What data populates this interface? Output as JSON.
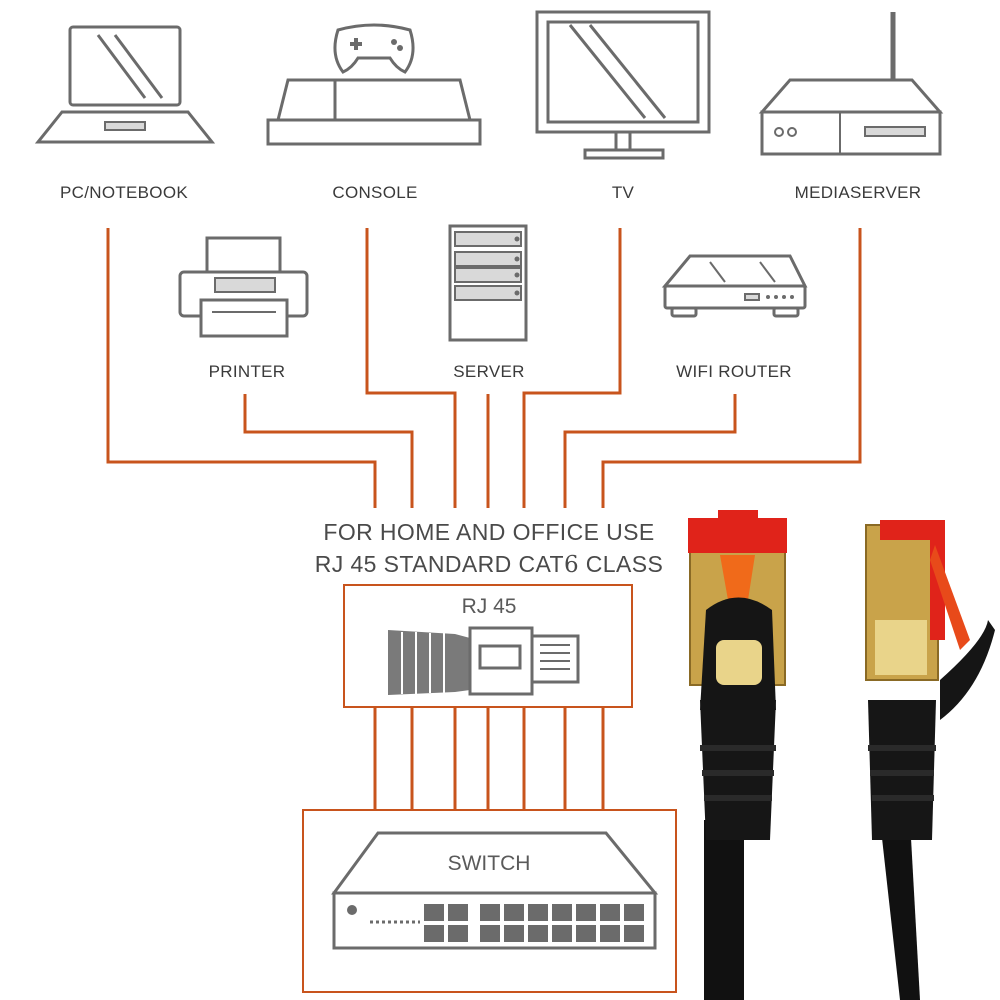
{
  "devices_top": [
    {
      "label": "PC/NOTEBOOK",
      "icon": "laptop-icon"
    },
    {
      "label": "CONSOLE",
      "icon": "game-console-icon"
    },
    {
      "label": "TV",
      "icon": "tv-icon"
    },
    {
      "label": "MEDIASERVER",
      "icon": "media-server-icon"
    }
  ],
  "devices_middle": [
    {
      "label": "PRINTER",
      "icon": "printer-icon"
    },
    {
      "label": "SERVER",
      "icon": "server-icon"
    },
    {
      "label": "WIFI ROUTER",
      "icon": "wifi-router-icon"
    }
  ],
  "heading": {
    "line1": "FOR HOME AND OFFICE USE",
    "line2_prefix": "RJ 45 STANDARD CAT",
    "line2_digit": "6",
    "line2_suffix": " CLASS"
  },
  "rj45_box": {
    "label": "RJ 45",
    "icon": "rj45-connector-icon"
  },
  "switch_box": {
    "label": "SWITCH",
    "icon": "network-switch-icon"
  },
  "colors": {
    "wire": "#c8541d",
    "icon": "#6b6b6b",
    "cable_black": "#111111",
    "connector_gold": "#c9a34a",
    "clip_red": "#e0231a"
  }
}
